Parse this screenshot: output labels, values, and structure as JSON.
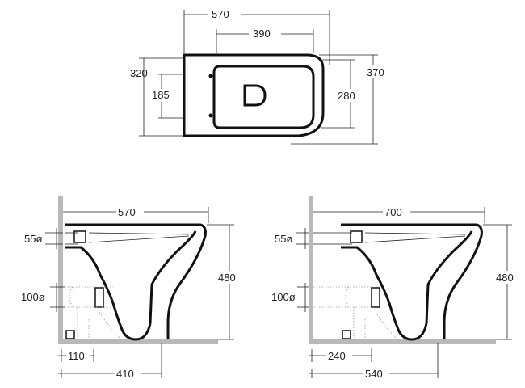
{
  "top_view": {
    "width_total": "570",
    "width_bowl": "390",
    "height_seat": "320",
    "height_fix": "185",
    "height_bowl": "280",
    "height_total": "370"
  },
  "side_view_1": {
    "width_total": "570",
    "inlet_diameter": "55ø",
    "outlet_diameter": "100ø",
    "height": "480",
    "offset_small": "110",
    "offset_large": "410"
  },
  "side_view_2": {
    "width_total": "700",
    "inlet_diameter": "55ø",
    "outlet_diameter": "100ø",
    "height": "480",
    "offset_small": "240",
    "offset_large": "540"
  }
}
